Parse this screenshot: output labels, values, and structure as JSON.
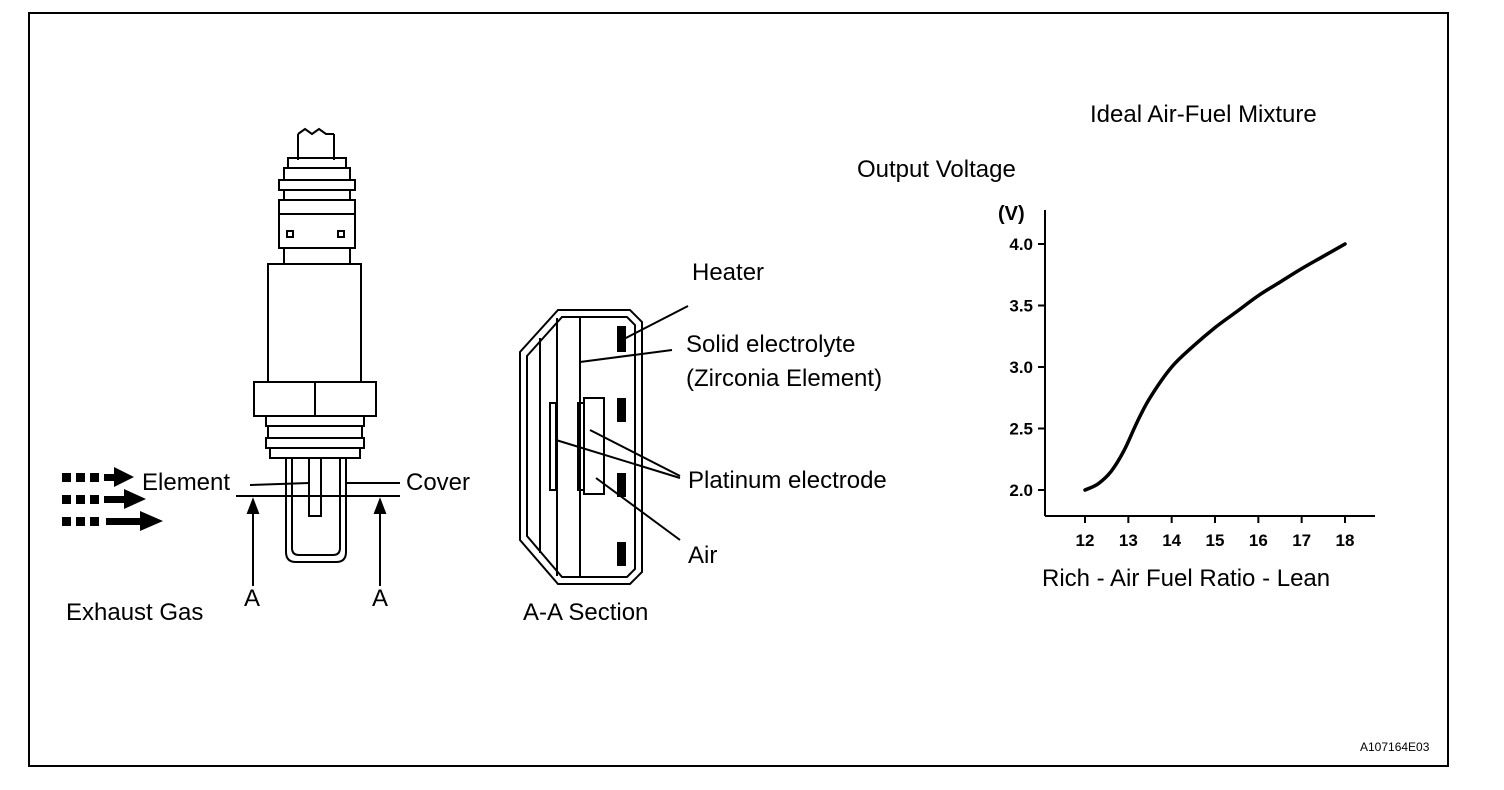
{
  "sensor_diagram": {
    "element_label": "Element",
    "cover_label": "Cover",
    "section_mark_left": "A",
    "section_mark_right": "A",
    "exhaust_label": "Exhaust Gas"
  },
  "section_diagram": {
    "heater_label": "Heater",
    "electrolyte_label_line1": "Solid electrolyte",
    "electrolyte_label_line2": "(Zirconia Element)",
    "platinum_label": "Platinum electrode",
    "air_label": "Air",
    "section_title": "A-A Section"
  },
  "figure_code": "A107164E03",
  "chart_data": {
    "type": "line",
    "title": "Ideal Air-Fuel Mixture",
    "ylabel": "Output Voltage",
    "yunit": "(V)",
    "xlabel": "Rich - Air Fuel Ratio - Lean",
    "x_ticks": [
      12,
      13,
      14,
      15,
      16,
      17,
      18
    ],
    "y_ticks": [
      2.0,
      2.5,
      3.0,
      3.5,
      4.0
    ],
    "y_tick_labels": [
      "2.0",
      "2.5",
      "3.0",
      "3.5",
      "4.0"
    ],
    "xlim": [
      11.1,
      18.7
    ],
    "ylim": [
      1.85,
      4.25
    ],
    "series": [
      {
        "x": [
          12.0,
          12.3,
          12.6,
          12.9,
          13.2,
          13.5,
          14.0,
          14.5,
          15.0,
          15.5,
          16.0,
          16.5,
          17.0,
          17.5,
          18.0
        ],
        "y": [
          2.0,
          2.05,
          2.15,
          2.32,
          2.55,
          2.75,
          3.0,
          3.17,
          3.32,
          3.45,
          3.58,
          3.69,
          3.8,
          3.9,
          4.0
        ]
      }
    ],
    "grid": false,
    "legend": "none"
  }
}
